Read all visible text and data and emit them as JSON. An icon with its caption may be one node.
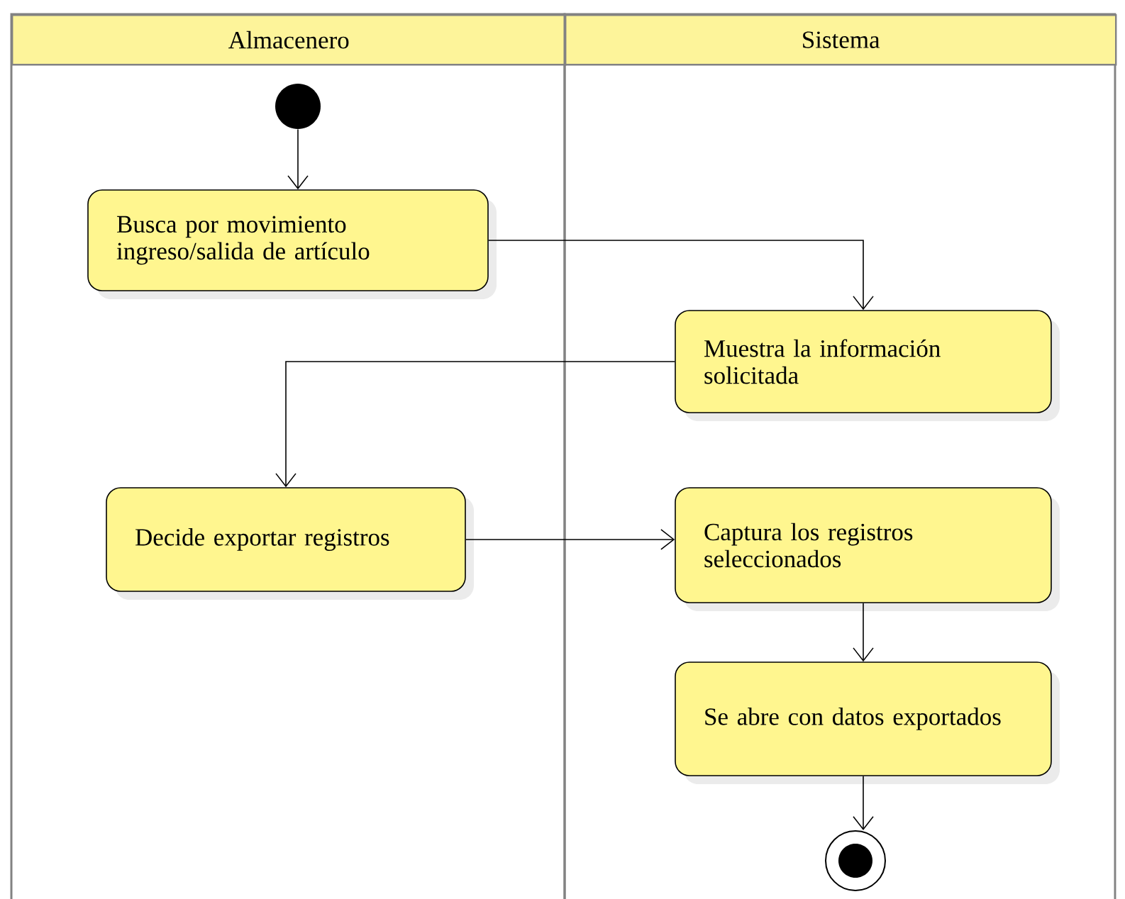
{
  "diagram": {
    "nodes": [
      {
        "text": [
          "Almacenero"
        ]
      },
      {
        "text": [
          "Sistema"
        ]
      },
      {
        "text": [],
        "shape": "circle",
        "in": 0
      },
      {
        "text": [
          "Busca por movimiento ingreso/salida de artículo"
        ],
        "in": 0
      },
      {
        "text": [
          "Muestra la información solicitada"
        ],
        "in": 1
      },
      {
        "text": [
          "Decide exportar registros"
        ],
        "in": 0
      },
      {
        "text": [
          "Captura los registros seleccionados"
        ],
        "in": 1
      },
      {
        "text": [
          "Se abre con datos exportados"
        ],
        "in": 1
      },
      {
        "text": [],
        "shape": "circle",
        "in": 1
      }
    ],
    "edges": [
      {
        "from": 2,
        "to": 3,
        "arrow": "to"
      },
      {
        "from": 3,
        "to": 4,
        "arrow": "to"
      },
      {
        "from": 4,
        "to": 5,
        "arrow": "to"
      },
      {
        "from": 5,
        "to": 6,
        "arrow": "to"
      },
      {
        "from": 6,
        "to": 7,
        "arrow": "to"
      },
      {
        "from": 7,
        "to": 8,
        "arrow": "to"
      }
    ]
  }
}
